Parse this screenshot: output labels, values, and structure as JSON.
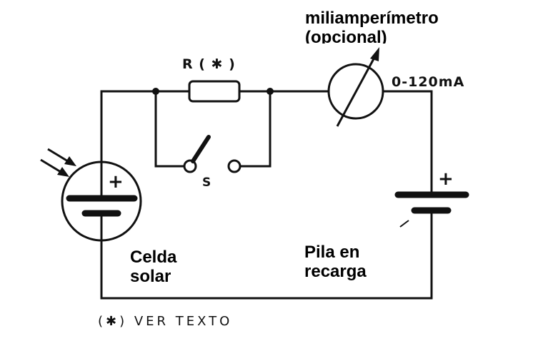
{
  "diagram": {
    "title": "Circuito de carga con celda solar",
    "labels": {
      "meter_title_line1": "miliamperímetro",
      "meter_title_line2": "(opcional)",
      "meter_range": "0-120mA",
      "resistor": "R ( ✱ )",
      "switch": "S",
      "solar_cell_line1": "Celda",
      "solar_cell_line2": "solar",
      "battery_line1": "Pila en",
      "battery_line2": "recarga",
      "footnote": "(✱) VER TEXTO",
      "plus_sign": "+"
    },
    "components": [
      {
        "id": "solar-cell",
        "type": "photovoltaic-cell",
        "polarity": "+ top"
      },
      {
        "id": "resistor",
        "type": "resistor",
        "value": "R (*)"
      },
      {
        "id": "switch",
        "type": "spst-switch",
        "state": "open"
      },
      {
        "id": "milliammeter",
        "type": "ammeter",
        "range": "0-120mA",
        "optional": true
      },
      {
        "id": "battery",
        "type": "battery",
        "polarity": "+ top"
      }
    ],
    "colors": {
      "ink": "#111111",
      "background": "#ffffff"
    }
  }
}
